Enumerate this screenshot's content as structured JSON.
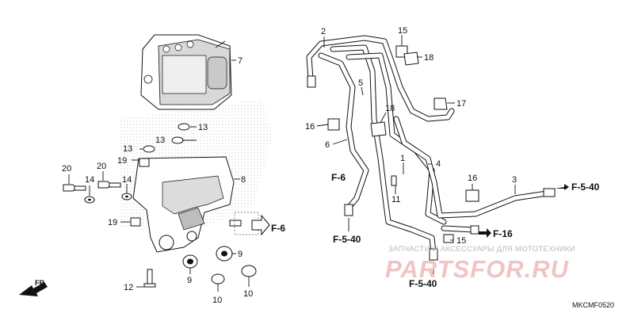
{
  "labels": {
    "p1": "1",
    "p2": "2",
    "p3": "3",
    "p4": "4",
    "p5": "5",
    "p6": "6",
    "p7": "7",
    "p8": "8",
    "p9a": "9",
    "p9b": "9",
    "p10a": "10",
    "p10b": "10",
    "p11": "11",
    "p12": "12",
    "p13a": "13",
    "p13b": "13",
    "p13c": "13",
    "p14a": "14",
    "p14b": "14",
    "p15a": "15",
    "p15b": "15",
    "p16a": "16",
    "p16b": "16",
    "p17": "17",
    "p18a": "18",
    "p18b": "18",
    "p19a": "19",
    "p19b": "19",
    "p20a": "20",
    "p20b": "20"
  },
  "refs": {
    "f6_left": "F-6",
    "f6_right": "F-6",
    "f540_a": "F-5-40",
    "f540_b": "F-5-40",
    "f540_c": "F-5-40",
    "f16": "F-16"
  },
  "watermark": {
    "caption": "ЗАПЧАСТИ И АКСЕССУАРЫ ДЛЯ МОТОТЕХНИКИ",
    "brand": "PARTSFOR.RU"
  },
  "fr_label": "FR.",
  "diagram_code": "MKCMF0520"
}
